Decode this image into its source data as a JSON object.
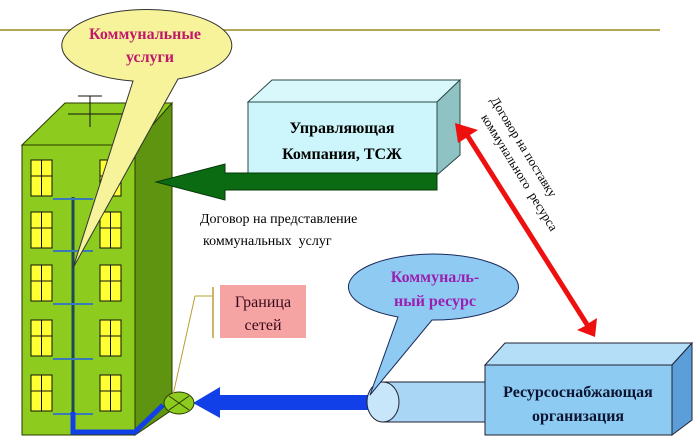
{
  "callouts": {
    "services": {
      "line1": "Коммунальные",
      "line2": "услуги"
    },
    "resource": {
      "line1": "Коммуналь-",
      "line2": "ный ресурс"
    }
  },
  "management_company": {
    "line1": "Управляющая",
    "line2": "Компания, ТСЖ"
  },
  "resource_org": {
    "line1": "Ресурсоснабжающая",
    "line2": "организация"
  },
  "service_contract": {
    "line1": "Договор на представление",
    "line2": "коммунальных  услуг"
  },
  "supply_contract": {
    "line1": "Договор на поставку",
    "line2": "коммунального  ресурса"
  },
  "network_boundary": {
    "line1": "Граница",
    "line2": "сетей"
  },
  "colors": {
    "building_front": "#8dcb1e",
    "building_side": "#5e9410",
    "window": "#ffff33",
    "management_box": "#ccf6fb",
    "resource_box": "#8ecbf2",
    "green_arrow": "#0b6b12",
    "blue_arrow": "#1240e8",
    "red_arrow": "#ee0f0f",
    "callout_yellow": "#f7f39a",
    "callout_blue": "#8fcaf3",
    "boundary_box": "#f5a3a3",
    "services_text": "#c0186c",
    "resource_text": "#9a1fb0"
  }
}
